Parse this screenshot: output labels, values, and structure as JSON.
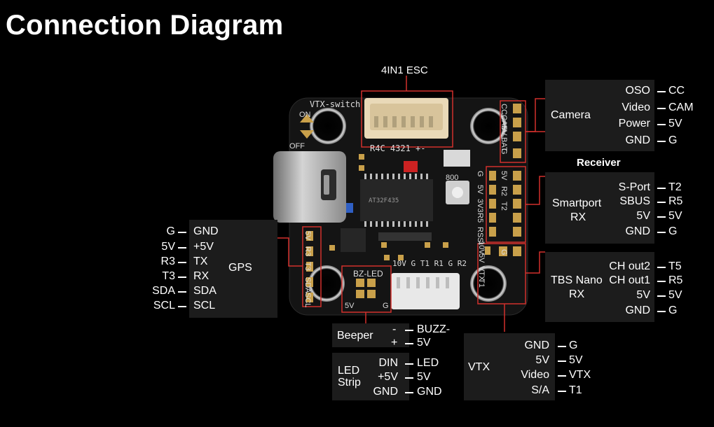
{
  "title": "Connection Diagram",
  "board": {
    "vtx_switch": "VTX-switch",
    "on": "ON",
    "off": "OFF",
    "esc_marking": "R4C 4321 +-",
    "smd_800": "800",
    "bz_led": "BZ-LED",
    "bz_5v": "5V",
    "bz_g": "G",
    "bottom_pads": "10V G T1 R1 G R2",
    "chip_text": "AT32F435",
    "left_pads": [
      "5V",
      "R3",
      "T3",
      "SDA",
      "SCL"
    ],
    "right_top_pads": [
      "CC",
      "CAM",
      "5V",
      "BAT",
      "G"
    ],
    "right_mid_pads": [
      "G",
      "5V",
      "3V3",
      "R5",
      "RSSI"
    ],
    "right_mid_pads2": [
      "5V",
      "R2",
      "T2"
    ],
    "right_bot_pads": [
      "10V",
      "5V",
      "VTX",
      "T1"
    ],
    "right_bot_pads2": [
      "G"
    ]
  },
  "esc": {
    "label": "4IN1 ESC"
  },
  "camera": {
    "name": "Camera",
    "rows": [
      {
        "left": "OSO",
        "right": "CC"
      },
      {
        "left": "Video",
        "right": "CAM"
      },
      {
        "left": "Power",
        "right": "5V"
      },
      {
        "left": "GND",
        "right": "G"
      }
    ]
  },
  "receiver": {
    "heading": "Receiver"
  },
  "smartport": {
    "name_line1": "Smartport",
    "name_line2": "RX",
    "rows": [
      {
        "left": "S-Port",
        "right": "T2"
      },
      {
        "left": "SBUS",
        "right": "R5"
      },
      {
        "left": "5V",
        "right": "5V"
      },
      {
        "left": "GND",
        "right": "G"
      }
    ]
  },
  "tbs": {
    "name_line1": "TBS Nano",
    "name_line2": "RX",
    "rows": [
      {
        "left": "CH out2",
        "right": "T5"
      },
      {
        "left": "CH out1",
        "right": "R5"
      },
      {
        "left": "5V",
        "right": "5V"
      },
      {
        "left": "GND",
        "right": "G"
      }
    ]
  },
  "gps": {
    "name": "GPS",
    "rows": [
      {
        "left": "G",
        "right": "GND"
      },
      {
        "left": "5V",
        "right": "+5V"
      },
      {
        "left": "R3",
        "right": "TX"
      },
      {
        "left": "T3",
        "right": "RX"
      },
      {
        "left": "SDA",
        "right": "SDA"
      },
      {
        "left": "SCL",
        "right": "SCL"
      }
    ]
  },
  "beeper": {
    "name": "Beeper",
    "rows": [
      {
        "left": "-",
        "right": "BUZZ-"
      },
      {
        "left": "+",
        "right": "5V"
      }
    ]
  },
  "ledstrip": {
    "name_line1": "LED",
    "name_line2": "Strip",
    "rows": [
      {
        "left": "DIN",
        "right": "LED"
      },
      {
        "left": "+5V",
        "right": "5V"
      },
      {
        "left": "GND",
        "right": "GND"
      }
    ]
  },
  "vtx": {
    "name": "VTX",
    "rows": [
      {
        "left": "GND",
        "right": "G"
      },
      {
        "left": "5V",
        "right": "5V"
      },
      {
        "left": "Video",
        "right": "VTX"
      },
      {
        "left": "S/A",
        "right": "T1"
      }
    ]
  },
  "colors": {
    "background": "#000000",
    "box": "#1c1c1c",
    "board": "#141414",
    "pad_gold": "#c9a04a",
    "highlight_red": "#d2302c"
  }
}
